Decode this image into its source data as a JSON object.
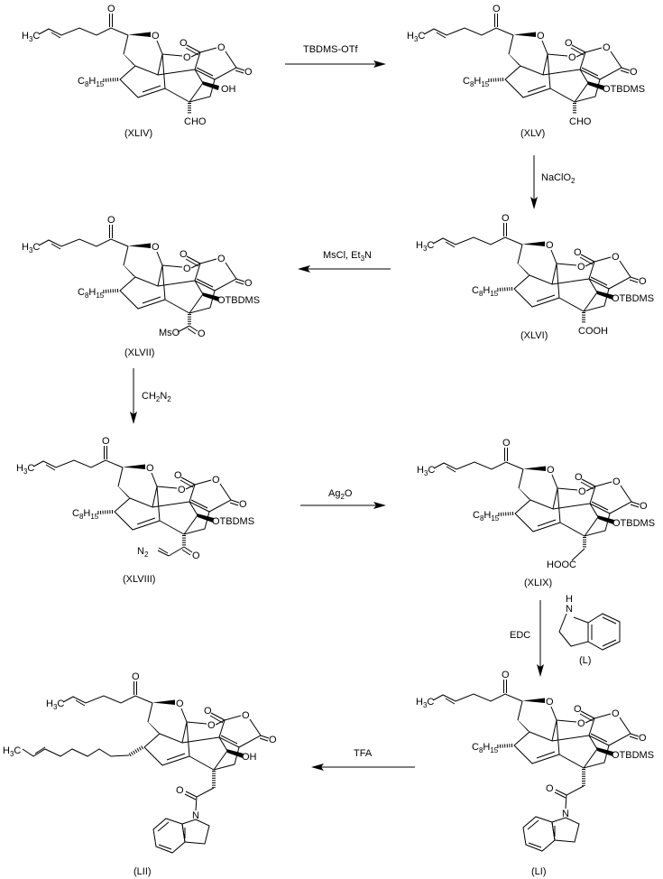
{
  "compounds": {
    "XLIV": {
      "label": "(XLIV)",
      "oxy": "OH",
      "side": [
        [
          "C",
          ""
        ],
        [
          "8",
          "sub"
        ],
        [
          "H",
          ""
        ],
        [
          "15",
          "sub"
        ]
      ],
      "bottom": "CHO"
    },
    "XLV": {
      "label": "(XLV)",
      "oxy": "OTBDMS",
      "side": [
        [
          "C",
          ""
        ],
        [
          "8",
          "sub"
        ],
        [
          "H",
          ""
        ],
        [
          "15",
          "sub"
        ]
      ],
      "bottom": "CHO"
    },
    "XLVI": {
      "label": "(XLVI)",
      "oxy": "OTBDMS",
      "side": [
        [
          "C",
          ""
        ],
        [
          "8",
          "sub"
        ],
        [
          "H",
          ""
        ],
        [
          "15",
          "sub"
        ]
      ],
      "bottom": "COOH"
    },
    "XLVII": {
      "label": "(XLVII)",
      "oxy": "OTBDMS",
      "side": [
        [
          "C",
          ""
        ],
        [
          "8",
          "sub"
        ],
        [
          "H",
          ""
        ],
        [
          "15",
          "sub"
        ]
      ],
      "bottom_left": "MsO",
      "bottom_o": "O"
    },
    "XLVIII": {
      "label": "(XLVIII)",
      "oxy": "OTBDMS",
      "side": [
        [
          "C",
          ""
        ],
        [
          "8",
          "sub"
        ],
        [
          "H",
          ""
        ],
        [
          "15",
          "sub"
        ]
      ],
      "bottom_left": [
        [
          "N",
          ""
        ],
        [
          "2",
          "sub"
        ]
      ],
      "bottom_o": "O"
    },
    "XLIX": {
      "label": "(XLIX)",
      "oxy": "OTBDMS",
      "side": [
        [
          "C",
          ""
        ],
        [
          "8",
          "sub"
        ],
        [
          "H",
          ""
        ],
        [
          "15",
          "sub"
        ]
      ],
      "bottom_left": "HOOC"
    },
    "L": {
      "label": "(L)",
      "nh_n": "N",
      "nh_h": "H"
    },
    "LI": {
      "label": "(LI)",
      "oxy": "OTBDMS",
      "side": [
        [
          "C",
          ""
        ],
        [
          "8",
          "sub"
        ],
        [
          "H",
          ""
        ],
        [
          "15",
          "sub"
        ]
      ],
      "bottom_o": "O",
      "bottom_n": "N"
    },
    "LII": {
      "label": "(LII)",
      "oxy": "OH",
      "side_h3c": [
        [
          "H",
          ""
        ],
        [
          "3",
          "sub"
        ],
        [
          "C",
          ""
        ]
      ],
      "bottom_o": "O",
      "bottom_n": "N"
    }
  },
  "core_text": {
    "h3c": [
      [
        "H",
        ""
      ],
      [
        "3",
        "sub"
      ],
      [
        "C",
        ""
      ]
    ],
    "ketone_o": "O",
    "ring_o": "O",
    "lactone_o": "O",
    "lactone_co": "O",
    "anhydride_o": "O",
    "anhydride_co": "O"
  },
  "reagents": {
    "step1": "TBDMS-OTf",
    "step2": [
      [
        "NaClO",
        ""
      ],
      [
        "2",
        "sub"
      ]
    ],
    "step3": [
      [
        "MsCl, Et",
        ""
      ],
      [
        "3",
        "sub"
      ],
      [
        "N",
        ""
      ]
    ],
    "step4": [
      [
        "CH",
        ""
      ],
      [
        "2",
        "sub"
      ],
      [
        "N",
        ""
      ],
      [
        "2",
        "sub"
      ]
    ],
    "step5": [
      [
        "Ag",
        ""
      ],
      [
        "2",
        "sub"
      ],
      [
        "O",
        ""
      ]
    ],
    "step6": "EDC",
    "step7": "TFA"
  }
}
